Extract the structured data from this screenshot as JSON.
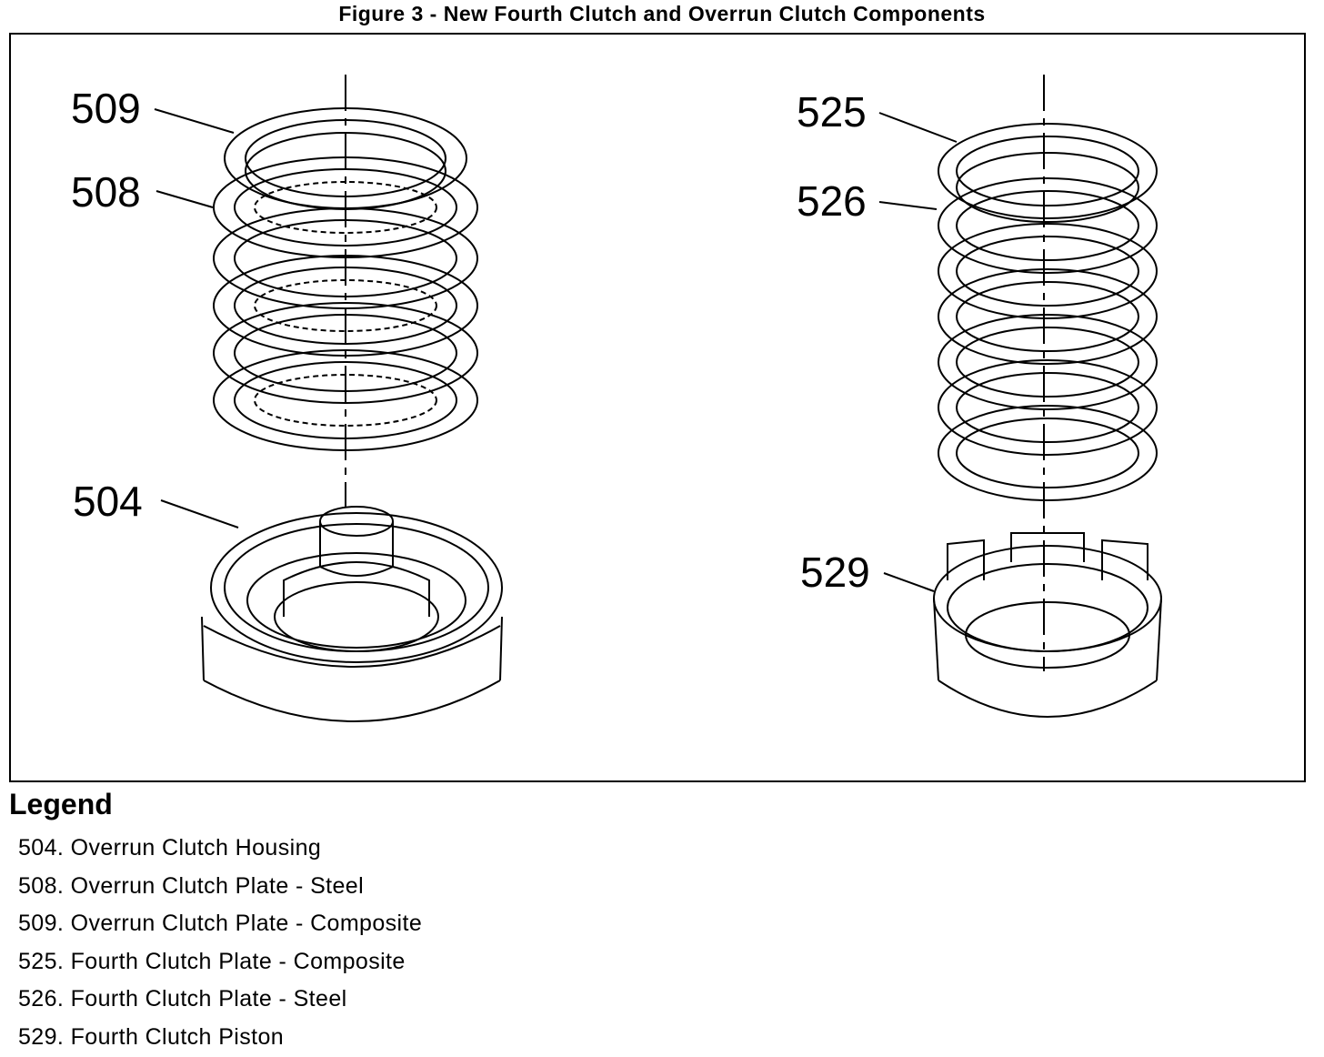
{
  "title": "Figure 3 - New Fourth Clutch and Overrun Clutch Components",
  "callouts": {
    "c509": "509",
    "c508": "508",
    "c504": "504",
    "c525": "525",
    "c526": "526",
    "c529": "529"
  },
  "legend": {
    "heading": "Legend",
    "items": [
      "504. Overrun Clutch Housing",
      "508. Overrun Clutch Plate - Steel",
      "509. Overrun Clutch Plate - Composite",
      "525. Fourth Clutch Plate - Composite",
      "526. Fourth Clutch Plate - Steel",
      "529. Fourth Clutch Piston"
    ]
  }
}
